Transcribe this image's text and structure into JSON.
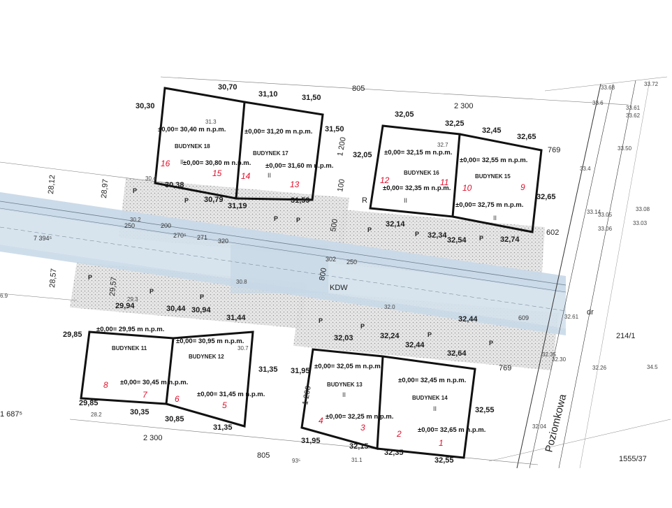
{
  "buildings": [
    {
      "name": "BUDYNEK 18",
      "floors": "II",
      "zero_a": "±0,00= 30,40 m n.p.m.",
      "zero_b": "±0,00= 30,80 m n.p.m.",
      "nums": [
        "16",
        "15"
      ]
    },
    {
      "name": "BUDYNEK 17",
      "floors": "II",
      "zero_a": "±0,00= 31,20 m n.p.m.",
      "zero_b": "±0,00= 31,60 m n.p.m.",
      "nums": [
        "14",
        "13"
      ]
    },
    {
      "name": "BUDYNEK 16",
      "floors": "II",
      "zero_a": "±0,00= 32,15 m n.p.m.",
      "zero_b": "±0,00= 32,35 m n.p.m.",
      "nums": [
        "12",
        "11"
      ]
    },
    {
      "name": "BUDYNEK 15",
      "floors": "II",
      "zero_a": "±0,00= 32,55 m n.p.m.",
      "zero_b": "±0,00= 32,75 m n.p.m.",
      "nums": [
        "10",
        "9"
      ]
    },
    {
      "name": "BUDYNEK 11",
      "floors": "",
      "zero_a": "±0,00= 29,95 m n.p.m.",
      "zero_b": "±0,00= 30,45 m n.p.m.",
      "nums": [
        "8",
        "7"
      ]
    },
    {
      "name": "BUDYNEK 12",
      "floors": "",
      "zero_a": "±0,00= 30,95 m n.p.m.",
      "zero_b": "±0,00= 31,45 m n.p.m.",
      "nums": [
        "6",
        "5"
      ]
    },
    {
      "name": "BUDYNEK 13",
      "floors": "II",
      "zero_a": "±0,00= 32,05 m n.p.m.",
      "zero_b": "±0,00= 32,25 m n.p.m.",
      "nums": [
        "4",
        "3"
      ]
    },
    {
      "name": "BUDYNEK 14",
      "floors": "II",
      "zero_a": "±0,00= 32,45 m n.p.m.",
      "zero_b": "±0,00= 32,65 m n.p.m.",
      "nums": [
        "2",
        "1"
      ]
    }
  ],
  "elevations_top": [
    "30,30",
    "30,70",
    "31,10",
    "31,50",
    "31,50",
    "30,38",
    "30,79",
    "31,19",
    "31,59",
    "32,05",
    "32,25",
    "32,45",
    "32,65",
    "32,05",
    "32,14",
    "32,34",
    "32,54",
    "32,74",
    "32,65"
  ],
  "elevations_bottom": [
    "29,94",
    "30,44",
    "30,94",
    "31,44",
    "29,85",
    "29,85",
    "30,35",
    "30,85",
    "31,35",
    "31,35",
    "32,03",
    "32,24",
    "32,44",
    "32,44",
    "32,64",
    "31,95",
    "31,95",
    "32,15",
    "32,35",
    "32,55",
    "32,55"
  ],
  "spot_heights": [
    "31.3",
    "32.7",
    "30.4",
    "30.2",
    "30.8",
    "29.3",
    "32.0",
    "30.7",
    "28.2",
    "31.1",
    "33.68",
    "33.72",
    "33.6",
    "33.61",
    "33.62",
    "33.50",
    "33.4",
    "33.14",
    "33.05",
    "33.08",
    "33.06",
    "33.03",
    "32.61",
    "32.35",
    "32.30",
    "32.26",
    "34.5",
    "32.04",
    "6.9"
  ],
  "dimensions": [
    "805",
    "2 300",
    "769",
    "1 200",
    "100",
    "500",
    "602",
    "250",
    "200",
    "270⁵",
    "271",
    "320",
    "302",
    "250",
    "800",
    "609",
    "1 687⁵",
    "7 394⁵",
    "28,12",
    "28,97",
    "28,57",
    "29,57",
    "2 300",
    "805",
    "769",
    "1 200",
    "93⁵"
  ],
  "labels": {
    "road_name": "Poziomkowa",
    "parcel_a": "214/1",
    "parcel_b": "1555/37",
    "kdw": "KDW",
    "r_label": "R",
    "dr": "dr",
    "parking": "P"
  },
  "colors": {
    "road": "#c9d9e8",
    "paving": "#d6d6d6",
    "wall": "#111111",
    "annotation": "#e0102c"
  }
}
